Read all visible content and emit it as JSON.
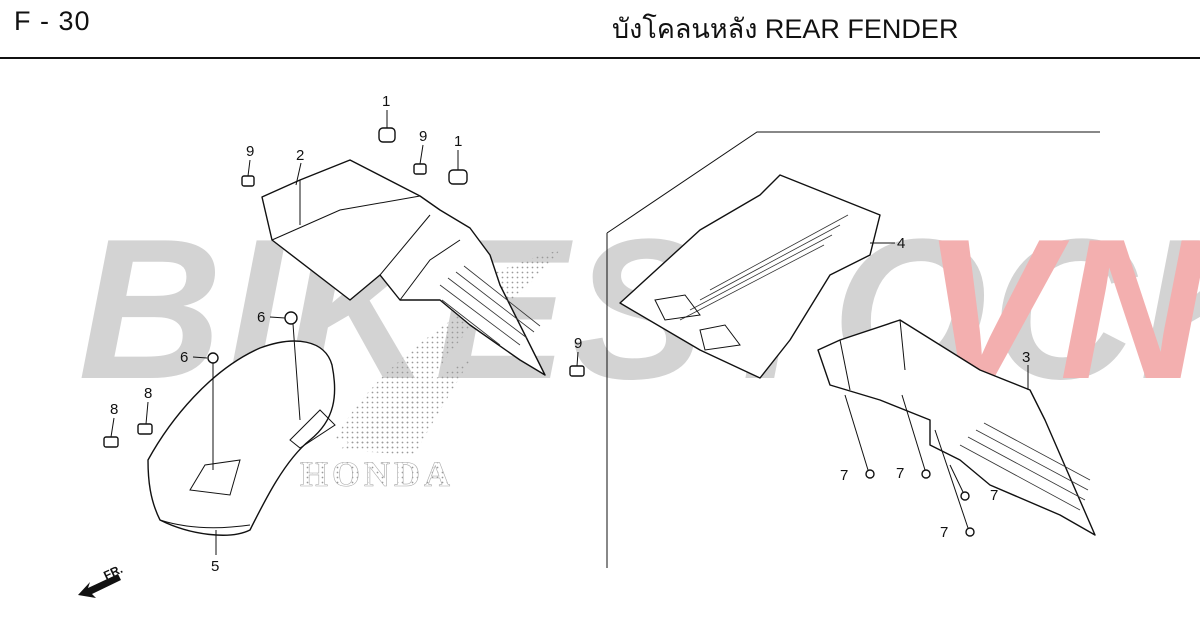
{
  "header": {
    "code": "F - 30",
    "title": "บังโคลนหลัง  REAR FENDER"
  },
  "watermark": {
    "text_grey": "BIKESTOCK",
    "text_red": "VN",
    "grey_color": "#cfcfcf",
    "red_color": "#f2a7a7"
  },
  "brand_mark": {
    "text": "HONDA"
  },
  "direction_marker": {
    "text": "FR."
  },
  "callouts": {
    "c1a": "1",
    "c1b": "1",
    "c2": "2",
    "c3": "3",
    "c4": "4",
    "c5": "5",
    "c6a": "6",
    "c6b": "6",
    "c7a": "7",
    "c7b": "7",
    "c7c": "7",
    "c7d": "7",
    "c8a": "8",
    "c8b": "8",
    "c9a": "9",
    "c9b": "9",
    "c9c": "9"
  }
}
